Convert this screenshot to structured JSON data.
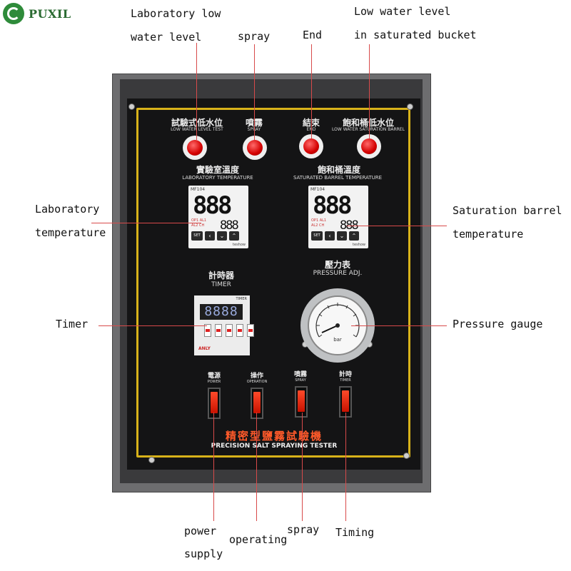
{
  "brand": {
    "name": "PUXIL"
  },
  "annotations": {
    "lab_low_water_1": "Laboratory low",
    "lab_low_water_2": "water level",
    "spray_top": "spray",
    "end": "End",
    "sat_low_water_1": "Low water level",
    "sat_low_water_2": "in saturated bucket",
    "lab_temp_1": "Laboratory",
    "lab_temp_2": "temperature",
    "sat_temp_1": "Saturation barrel",
    "sat_temp_2": "temperature",
    "timer": "Timer",
    "pressure_gauge": "Pressure gauge",
    "power_1": "power",
    "power_2": "supply",
    "operating": "operating",
    "spray_bottom": "spray",
    "timing": "Timing"
  },
  "panel": {
    "indicators": [
      {
        "cn": "試驗式低水位",
        "en": "LOW WATER LEVEL TEST"
      },
      {
        "cn": "噴霧",
        "en": "SPRAY"
      },
      {
        "cn": "結束",
        "en": "END"
      },
      {
        "cn": "飽和桶低水位",
        "en": "LOW WATER SATURATION BARREL"
      }
    ],
    "lab_temp": {
      "cn": "實驗室溫度",
      "en": "LABORATORY TEMPERATURE"
    },
    "sat_temp": {
      "cn": "飽和桶溫度",
      "en": "SATURATED BARREL TEMPERATURE"
    },
    "controllers": [
      {
        "model": "MF104",
        "main": "888",
        "sub": "888",
        "labels": "OP1 AL1\nAL2 CH",
        "brand": "teshow",
        "key_set": "SET"
      },
      {
        "model": "MF104",
        "main": "888",
        "sub": "888",
        "labels": "OP1 AL1\nAL2 CH",
        "brand": "teshow",
        "key_set": "SET"
      }
    ],
    "timer": {
      "cn": "計時器",
      "en": "TIMER",
      "display": "8888",
      "brand": "ANLY",
      "model": "TIMER"
    },
    "pressure": {
      "cn": "壓力表",
      "en": "PRESSURE ADJ.",
      "unit": "bar"
    },
    "switches": [
      {
        "cn": "電源",
        "en": "POWER"
      },
      {
        "cn": "操作",
        "en": "OPERATION"
      },
      {
        "cn": "噴霧",
        "en": "SPRAY"
      },
      {
        "cn": "計時",
        "en": "TIMER"
      }
    ],
    "title_cn": "精密型鹽霧試驗機",
    "title_en": "PRECISION SALT SPRAYING TESTER"
  },
  "colors": {
    "accent_gold": "#d8b21a",
    "lamp_red": "#d40000",
    "title_red": "#ff5a2a",
    "leader_line": "#d84a4a"
  }
}
